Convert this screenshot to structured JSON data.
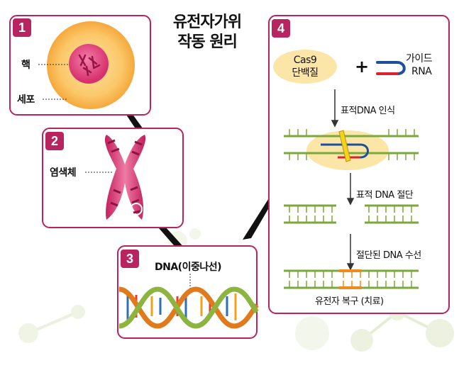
{
  "title": {
    "line1": "유전자가위",
    "line2": "작동 원리"
  },
  "panel1": {
    "number": "1",
    "label_nucleus": "핵",
    "label_cell": "세포"
  },
  "panel2": {
    "number": "2",
    "label_chromosome": "염색체"
  },
  "panel3": {
    "number": "3",
    "label_dna": "DNA(이중나선)"
  },
  "panel4": {
    "number": "4",
    "cas9_line1": "Cas9",
    "cas9_line2": "단백질",
    "plus": "+",
    "guide_line1": "가이드",
    "guide_line2": "RNA",
    "step1": "표적DNA 인식",
    "step2": "표적 DNA 절단",
    "step3": "절단된 DNA 수선",
    "result": "유전자 복구 (치료)"
  },
  "colors": {
    "panel_border": "#b8245f",
    "number_bg": "#b8245f",
    "cell_outer": "#f6a83c",
    "nucleus": "#e0407a",
    "dna_strand": "#7ba83a",
    "guide_blue": "#1d4fa0",
    "guide_red": "#d8242e",
    "repair_orange": "#f08a1c",
    "cas9_bg": "#fbe6a8"
  }
}
